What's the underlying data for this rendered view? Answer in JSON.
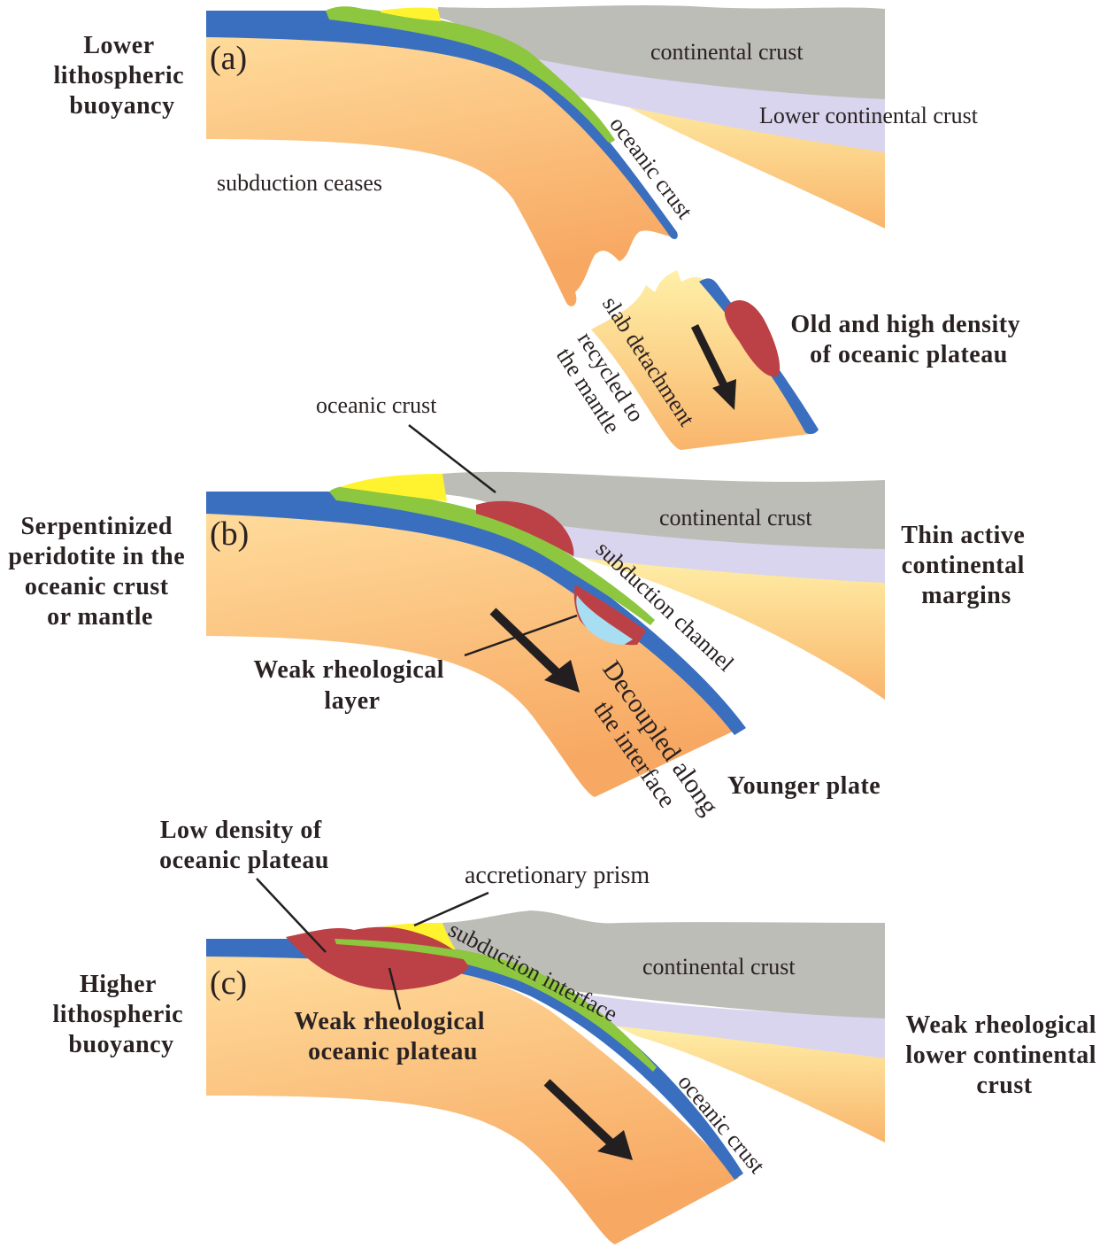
{
  "colors": {
    "mantle_light": "#ffd99a",
    "mantle_dark": "#f7a862",
    "oceanic_crust": "#3a6fc0",
    "sediment_green": "#8dc63f",
    "prism_yellow": "#fff22e",
    "continental_crust": "#bdbdb8",
    "lower_continental_crust": "#d9d5ee",
    "oceanic_plateau": "#bc4146",
    "serpentinite": "#a8def2",
    "arrow": "#231f20",
    "text": "#2a2222"
  },
  "panel_a": {
    "tag": "(a)",
    "side_label": [
      "Lower",
      "lithospheric",
      "buoyancy"
    ],
    "continental_crust": "continental crust",
    "lower_continental_crust": "Lower continental crust",
    "subduction_ceases": "subduction ceases",
    "oceanic_crust": "oceanic crust",
    "slab_detachment": "slab detachment",
    "recycled": [
      "recycled to",
      "the mantle"
    ],
    "plateau_label": [
      "Old and high density",
      "of oceanic plateau"
    ]
  },
  "panel_b": {
    "tag": "(b)",
    "side_label": [
      "Serpentinized",
      "peridotite in the",
      "oceanic crust",
      "or mantle"
    ],
    "oceanic_crust": "oceanic crust",
    "continental_crust": "continental crust",
    "subduction_channel": "subduction channel",
    "weak_layer": [
      "Weak rheological",
      "layer"
    ],
    "decoupled": [
      "Decoupled along",
      "the interface"
    ],
    "younger_plate": "Younger plate",
    "right_label": [
      "Thin active",
      "continental",
      "margins"
    ]
  },
  "panel_c": {
    "tag": "(c)",
    "side_label": [
      "Higher",
      "lithospheric",
      "buoyancy"
    ],
    "low_density": [
      "Low density of",
      "oceanic plateau"
    ],
    "accretionary_prism": "accretionary prism",
    "subduction_interface": "subduction interface",
    "continental_crust": "continental crust",
    "weak_plateau": [
      "Weak rheological",
      "oceanic plateau"
    ],
    "oceanic_crust": "oceanic crust",
    "right_label": [
      "Weak rheological",
      "lower continental",
      "crust"
    ]
  }
}
